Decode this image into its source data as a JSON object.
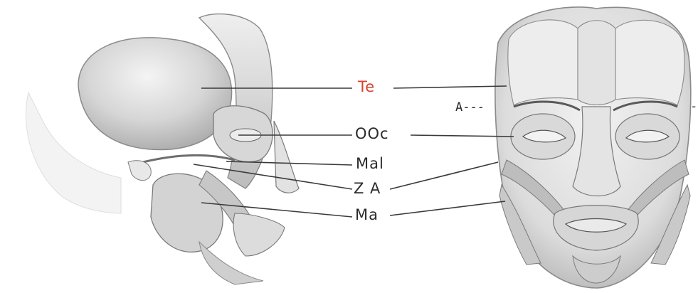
{
  "labels": {
    "te": "Te",
    "ooc": "OOc",
    "mal": "Mal",
    "za": "Z A",
    "ma": "Ma",
    "a_left": "A---",
    "a_right": "-"
  },
  "colors": {
    "highlight_label": "#d9412e",
    "label": "#2b2b2b",
    "line": "#3a3a3a",
    "muscle_light": "#e6e6e6",
    "muscle_mid": "#c9c9c9",
    "muscle_dark": "#9a9a9a"
  }
}
